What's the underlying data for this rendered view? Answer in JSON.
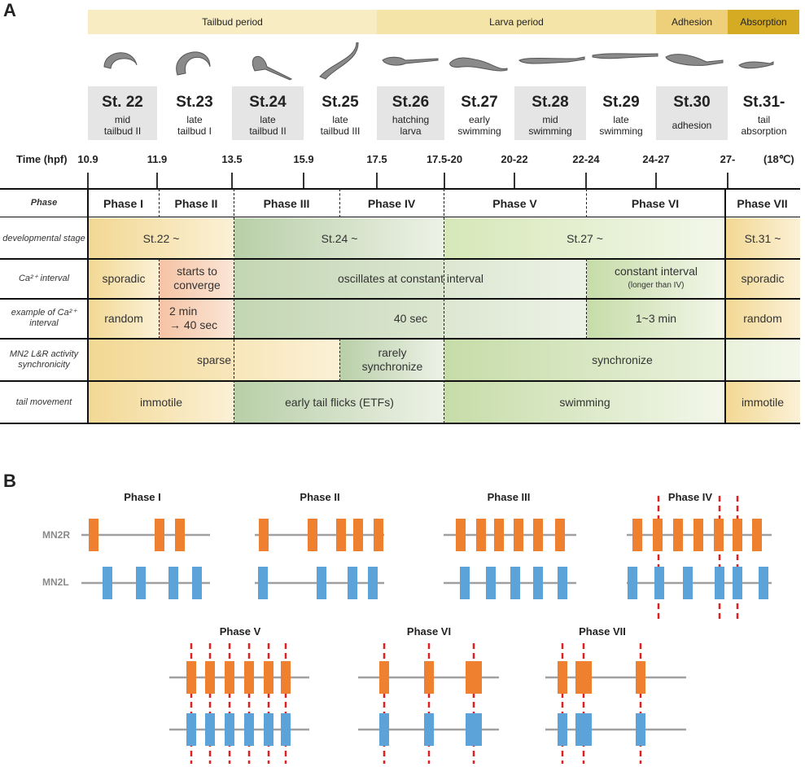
{
  "panel_a_letter": "A",
  "panel_b_letter": "B",
  "periods": [
    {
      "label": "Tailbud period",
      "color": "#f7ecc2"
    },
    {
      "label": "Larva period",
      "color": "#f5e4a8"
    },
    {
      "label": "Adhesion",
      "color": "#efd07a"
    },
    {
      "label": "Absorption",
      "color": "#d6ab24"
    }
  ],
  "stages": [
    {
      "num": "St. 22",
      "desc1": "mid",
      "desc2": "tailbud II"
    },
    {
      "num": "St.23",
      "desc1": "late",
      "desc2": "tailbud I"
    },
    {
      "num": "St.24",
      "desc1": "late",
      "desc2": "tailbud II"
    },
    {
      "num": "St.25",
      "desc1": "late",
      "desc2": "tailbud III"
    },
    {
      "num": "St.26",
      "desc1": "hatching",
      "desc2": "larva"
    },
    {
      "num": "St.27",
      "desc1": "early",
      "desc2": "swimming"
    },
    {
      "num": "St.28",
      "desc1": "mid",
      "desc2": "swimming"
    },
    {
      "num": "St.29",
      "desc1": "late",
      "desc2": "swimming"
    },
    {
      "num": "St.30",
      "desc1": "adhesion",
      "desc2": ""
    },
    {
      "num": "St.31-",
      "desc1": "tail",
      "desc2": "absorption"
    }
  ],
  "time": {
    "label": "Time (hpf)",
    "values": [
      "10.9",
      "11.9",
      "13.5",
      "15.9",
      "17.5",
      "17.5-20",
      "20-22",
      "22-24",
      "24-27",
      "27-"
    ],
    "unit": "(18℃)"
  },
  "table": {
    "phase_label": "Phase",
    "phases": [
      "Phase I",
      "Phase II",
      "Phase III",
      "Phase IV",
      "Phase V",
      "Phase VI",
      "Phase VII"
    ],
    "rows": {
      "dev_label": "developmental stage",
      "dev": [
        "St.22 ~",
        "St.24 ~",
        "St.27 ~",
        "St.31 ~"
      ],
      "ca_label": "Ca²⁺ interval",
      "ca": [
        "sporadic",
        "starts to converge",
        "oscillates at constant interval",
        "constant interval",
        "(longer than IV)",
        "sporadic"
      ],
      "ex_label": "example of Ca²⁺ interval",
      "ex": [
        "random",
        "2 min",
        "→ 40 sec",
        "40 sec",
        "1~3 min",
        "random"
      ],
      "mn_label": "MN2 L&R activity synchronicity",
      "mn": [
        "sparse",
        "rarely synchronize",
        "synchronize"
      ],
      "tail_label": "tail movement",
      "tail": [
        "immotile",
        "early tail flicks (ETFs)",
        "swimming",
        "immotile"
      ]
    }
  },
  "panel_b": {
    "titles": [
      "Phase I",
      "Phase II",
      "Phase III",
      "Phase IV",
      "Phase V",
      "Phase VI",
      "Phase VII"
    ],
    "mn2r_label": "MN2R",
    "mn2l_label": "MN2L",
    "orange": "#ef8030",
    "blue": "#5ba3d9",
    "red": "#e02020"
  }
}
